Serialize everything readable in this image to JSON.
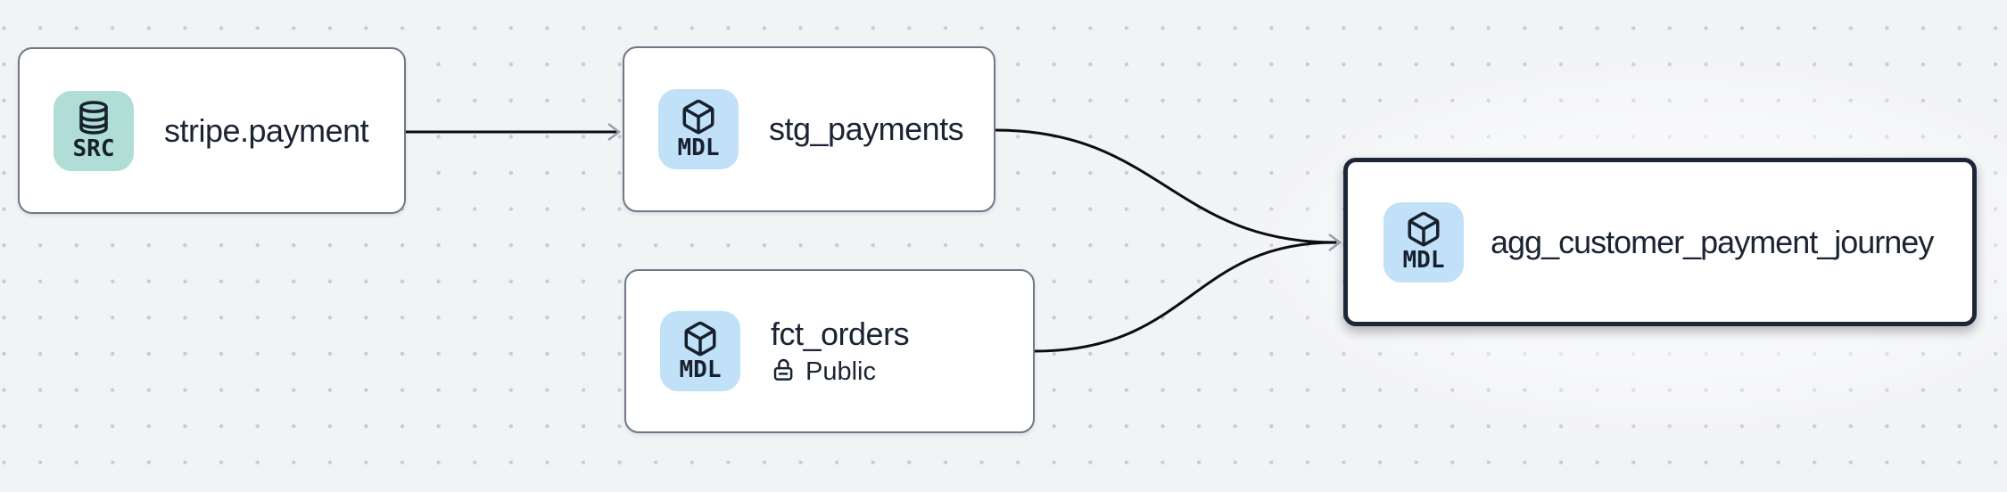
{
  "canvas": {
    "kind": "data-lineage-graph",
    "background_color": "#f2f3f5",
    "dot_color": "#c8ccd3",
    "edge_color": "#0b0d12",
    "arrowhead_color": "#98a1ad",
    "node_border_color": "#6e7889",
    "selected_border_color": "#1d2637",
    "nodes": [
      {
        "id": "stripe.payment",
        "label": "stripe.payment",
        "type": "source",
        "badge_label": "SRC",
        "badge_icon": "database-icon",
        "badge_color": "#b0ddd5",
        "selected": false
      },
      {
        "id": "stg_payments",
        "label": "stg_payments",
        "type": "model",
        "badge_label": "MDL",
        "badge_icon": "cube-icon",
        "badge_color": "#c0e1f8",
        "selected": false
      },
      {
        "id": "fct_orders",
        "label": "fct_orders",
        "type": "model",
        "badge_label": "MDL",
        "badge_icon": "cube-icon",
        "badge_color": "#c0e1f8",
        "access_label": "Public",
        "access_icon": "unlock-icon",
        "selected": false
      },
      {
        "id": "agg_customer_payment_journey",
        "label": "agg_customer_payment_journey",
        "type": "model",
        "badge_label": "MDL",
        "badge_icon": "cube-icon",
        "badge_color": "#c0e1f8",
        "selected": true
      }
    ],
    "edges": [
      {
        "from": "stripe.payment",
        "to": "stg_payments"
      },
      {
        "from": "stg_payments",
        "to": "agg_customer_payment_journey"
      },
      {
        "from": "fct_orders",
        "to": "agg_customer_payment_journey"
      }
    ]
  }
}
